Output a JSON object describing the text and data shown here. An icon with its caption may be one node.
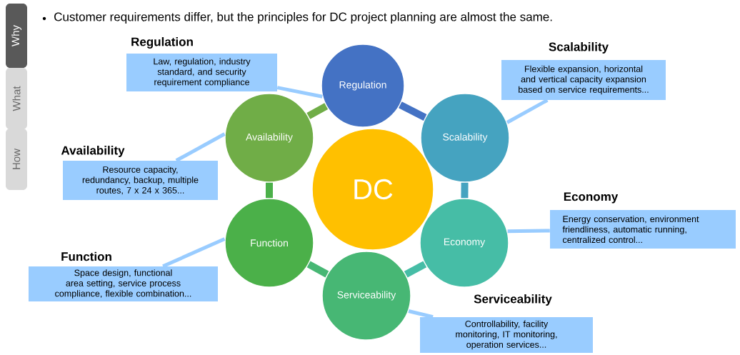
{
  "diagram": {
    "nodes": [
      {
        "text": [
          "DC"
        ]
      },
      {
        "text": [
          "Regulation"
        ]
      },
      {
        "text": [
          "Scalability"
        ]
      },
      {
        "text": [
          "Economy"
        ]
      },
      {
        "text": [
          "Serviceability"
        ]
      },
      {
        "text": [
          "Function"
        ]
      },
      {
        "text": [
          "Availability"
        ]
      },
      {
        "text": [
          "Regulation",
          "Law, regulation, industry standard, and security requirement compliance"
        ]
      },
      {
        "text": [
          "Scalability",
          "Flexible expansion, horizontal and vertical capacity expansion based on service requirements..."
        ]
      },
      {
        "text": [
          "Economy",
          "Energy conservation, environment friendliness, automatic running, centralized control..."
        ]
      },
      {
        "text": [
          "Serviceability",
          "Controllability, facility monitoring, IT monitoring, operation services..."
        ]
      },
      {
        "text": [
          "Function",
          "Space design, functional area setting, service process compliance, flexible combination..."
        ]
      },
      {
        "text": [
          "Availability",
          "Resource capacity, redundancy, backup, multiple routes, 7 x 24 x 365..."
        ]
      },
      {
        "text": [
          "Why"
        ]
      },
      {
        "text": [
          "What"
        ]
      },
      {
        "text": [
          "How"
        ]
      }
    ],
    "edges": [
      {
        "from": 1,
        "to": 2,
        "arrow": "none",
        "style": "thick",
        "color": "#4472c4"
      },
      {
        "from": 2,
        "to": 3,
        "arrow": "none",
        "style": "thick",
        "color": "#45a3c0"
      },
      {
        "from": 3,
        "to": 4,
        "arrow": "none",
        "style": "thick",
        "color": "#46bda6"
      },
      {
        "from": 4,
        "to": 5,
        "arrow": "none",
        "style": "thick",
        "color": "#47b774"
      },
      {
        "from": 5,
        "to": 6,
        "arrow": "none",
        "style": "thick",
        "color": "#4bb049"
      },
      {
        "from": 6,
        "to": 1,
        "arrow": "none",
        "style": "thick",
        "color": "#70ad47"
      },
      {
        "from": 7,
        "to": 1,
        "arrow": "none",
        "color": "#99ccff"
      },
      {
        "from": 8,
        "to": 2,
        "arrow": "none",
        "color": "#99ccff"
      },
      {
        "from": 9,
        "to": 3,
        "arrow": "none",
        "color": "#99ccff"
      },
      {
        "from": 10,
        "to": 4,
        "arrow": "none",
        "color": "#99ccff"
      },
      {
        "from": 11,
        "to": 5,
        "arrow": "none",
        "color": "#99ccff"
      },
      {
        "from": 12,
        "to": 6,
        "arrow": "none",
        "color": "#99ccff"
      }
    ],
    "labels": [
      "Customer requirements differ, but the principles for DC project planning are almost the same."
    ]
  }
}
